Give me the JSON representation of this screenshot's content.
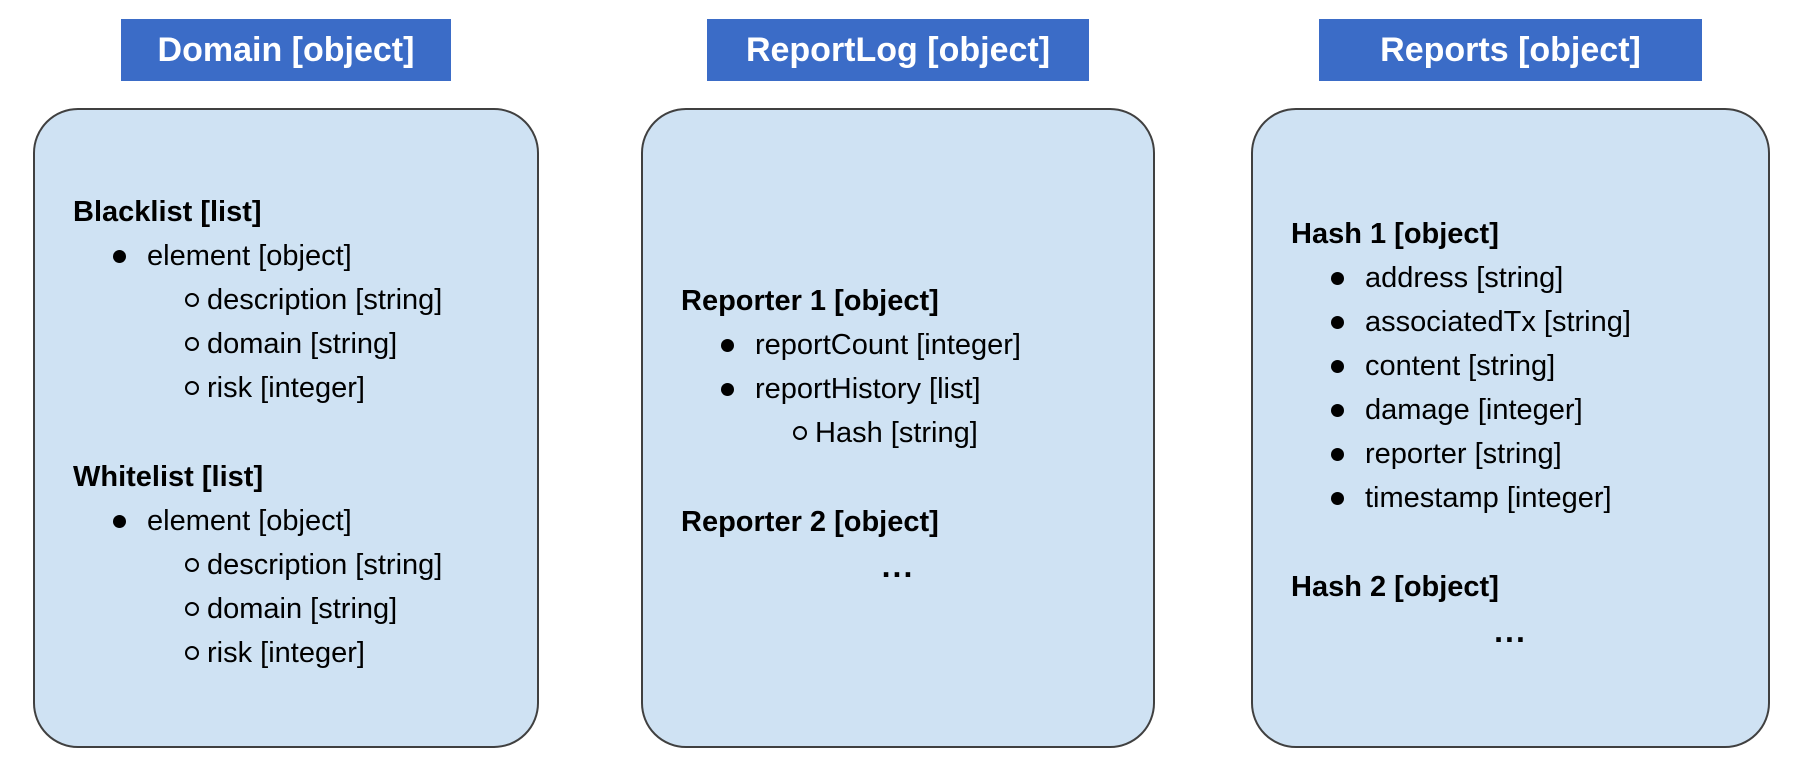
{
  "diagram": {
    "background_color": "#ffffff",
    "colors": {
      "title_bar_bg": "#3b6cc7",
      "title_bar_text": "#ffffff",
      "card_bg": "#cfe2f3",
      "card_border": "#404040",
      "body_text": "#000000"
    },
    "panels": [
      {
        "id": "domain",
        "title": "Domain [object]",
        "sections": [
          {
            "heading": "Blacklist [list]",
            "items": [
              {
                "level": 1,
                "text": "element [object]"
              },
              {
                "level": 2,
                "text": "description [string]"
              },
              {
                "level": 2,
                "text": "domain [string]"
              },
              {
                "level": 2,
                "text": "risk [integer]"
              }
            ]
          },
          {
            "heading": "Whitelist [list]",
            "items": [
              {
                "level": 1,
                "text": "element [object]"
              },
              {
                "level": 2,
                "text": "description [string]"
              },
              {
                "level": 2,
                "text": "domain [string]"
              },
              {
                "level": 2,
                "text": "risk [integer]"
              }
            ]
          }
        ]
      },
      {
        "id": "reportlog",
        "title": "ReportLog [object]",
        "sections": [
          {
            "heading": "Reporter 1 [object]",
            "items": [
              {
                "level": 1,
                "text": "reportCount [integer]"
              },
              {
                "level": 1,
                "text": "reportHistory [list]"
              },
              {
                "level": 2,
                "text": "Hash [string]"
              }
            ]
          },
          {
            "heading": "Reporter 2 [object]",
            "items": [],
            "ellipsis": "..."
          }
        ]
      },
      {
        "id": "reports",
        "title": "Reports [object]",
        "sections": [
          {
            "heading": "Hash 1 [object]",
            "items": [
              {
                "level": 1,
                "text": "address [string]"
              },
              {
                "level": 1,
                "text": "associatedTx [string]"
              },
              {
                "level": 1,
                "text": "content [string]"
              },
              {
                "level": 1,
                "text": "damage [integer]"
              },
              {
                "level": 1,
                "text": "reporter [string]"
              },
              {
                "level": 1,
                "text": "timestamp [integer]"
              }
            ]
          },
          {
            "heading": "Hash 2 [object]",
            "items": [],
            "ellipsis": "..."
          }
        ]
      }
    ]
  }
}
